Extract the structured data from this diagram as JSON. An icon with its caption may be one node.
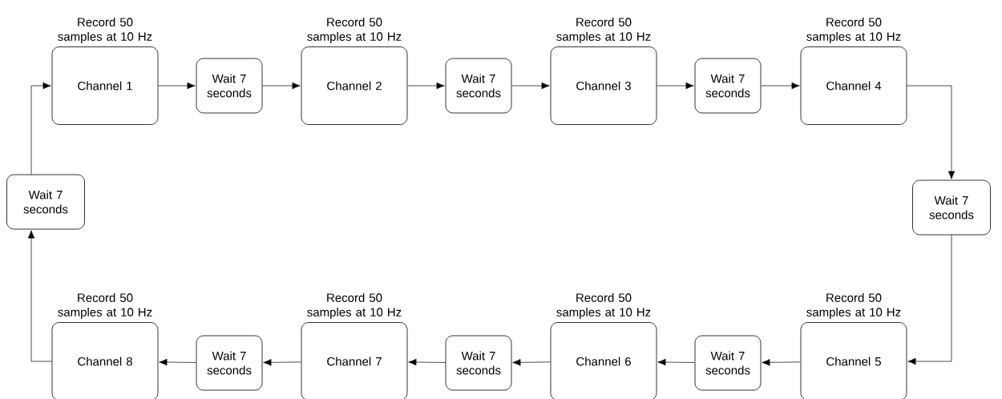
{
  "diagram": {
    "nodes": [
      {
        "text": [
          "Channel 1"
        ],
        "beside": [
          "Record 50 samples at 10 Hz"
        ]
      },
      {
        "text": [
          "Wait 7 seconds"
        ]
      },
      {
        "text": [
          "Channel 2"
        ],
        "beside": [
          "Record 50 samples at 10 Hz"
        ]
      },
      {
        "text": [
          "Wait 7 seconds"
        ]
      },
      {
        "text": [
          "Channel 3"
        ],
        "beside": [
          "Record 50 samples at 10 Hz"
        ]
      },
      {
        "text": [
          "Wait 7 seconds"
        ]
      },
      {
        "text": [
          "Channel 4"
        ],
        "beside": [
          "Record 50 samples at 10 Hz"
        ]
      },
      {
        "text": [
          "Wait 7 seconds"
        ]
      },
      {
        "text": [
          "Channel 5"
        ],
        "beside": [
          "Record 50 samples at 10 Hz"
        ]
      },
      {
        "text": [
          "Wait 7 seconds"
        ]
      },
      {
        "text": [
          "Channel 6"
        ],
        "beside": [
          "Record 50 samples at 10 Hz"
        ]
      },
      {
        "text": [
          "Wait 7 seconds"
        ]
      },
      {
        "text": [
          "Channel 7"
        ],
        "beside": [
          "Record 50 samples at 10 Hz"
        ]
      },
      {
        "text": [
          "Wait 7 seconds"
        ]
      },
      {
        "text": [
          "Channel 8"
        ],
        "beside": [
          "Record 50 samples at 10 Hz"
        ]
      },
      {
        "text": [
          "Wait 7 seconds"
        ]
      }
    ],
    "edges": [
      {
        "from": 0,
        "to": 1,
        "arrow": "to"
      },
      {
        "from": 1,
        "to": 2,
        "arrow": "to"
      },
      {
        "from": 2,
        "to": 3,
        "arrow": "to"
      },
      {
        "from": 3,
        "to": 4,
        "arrow": "to"
      },
      {
        "from": 4,
        "to": 5,
        "arrow": "to"
      },
      {
        "from": 5,
        "to": 6,
        "arrow": "to"
      },
      {
        "from": 6,
        "to": 7,
        "arrow": "to"
      },
      {
        "from": 7,
        "to": 8,
        "arrow": "to"
      },
      {
        "from": 8,
        "to": 9,
        "arrow": "to"
      },
      {
        "from": 9,
        "to": 10,
        "arrow": "to"
      },
      {
        "from": 10,
        "to": 11,
        "arrow": "to"
      },
      {
        "from": 11,
        "to": 12,
        "arrow": "to"
      },
      {
        "from": 12,
        "to": 13,
        "arrow": "to"
      },
      {
        "from": 13,
        "to": 14,
        "arrow": "to"
      },
      {
        "from": 14,
        "to": 15,
        "arrow": "to"
      },
      {
        "from": 15,
        "to": 0,
        "arrow": "to"
      }
    ]
  }
}
